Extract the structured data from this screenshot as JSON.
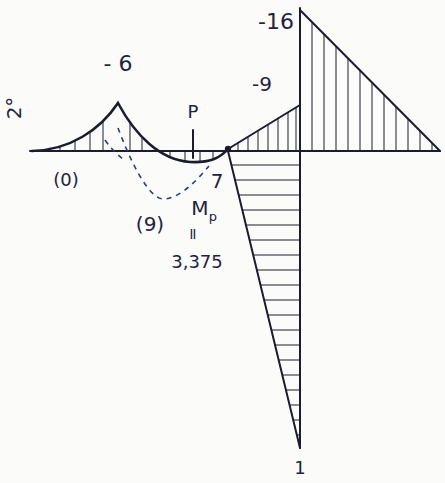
{
  "diagram": {
    "labels": [
      "2°",
      "- 6",
      "(0)",
      "P",
      "(9)",
      "M",
      "p",
      "=",
      "3,375",
      "7",
      "-9",
      "-16",
      "1"
    ]
  }
}
